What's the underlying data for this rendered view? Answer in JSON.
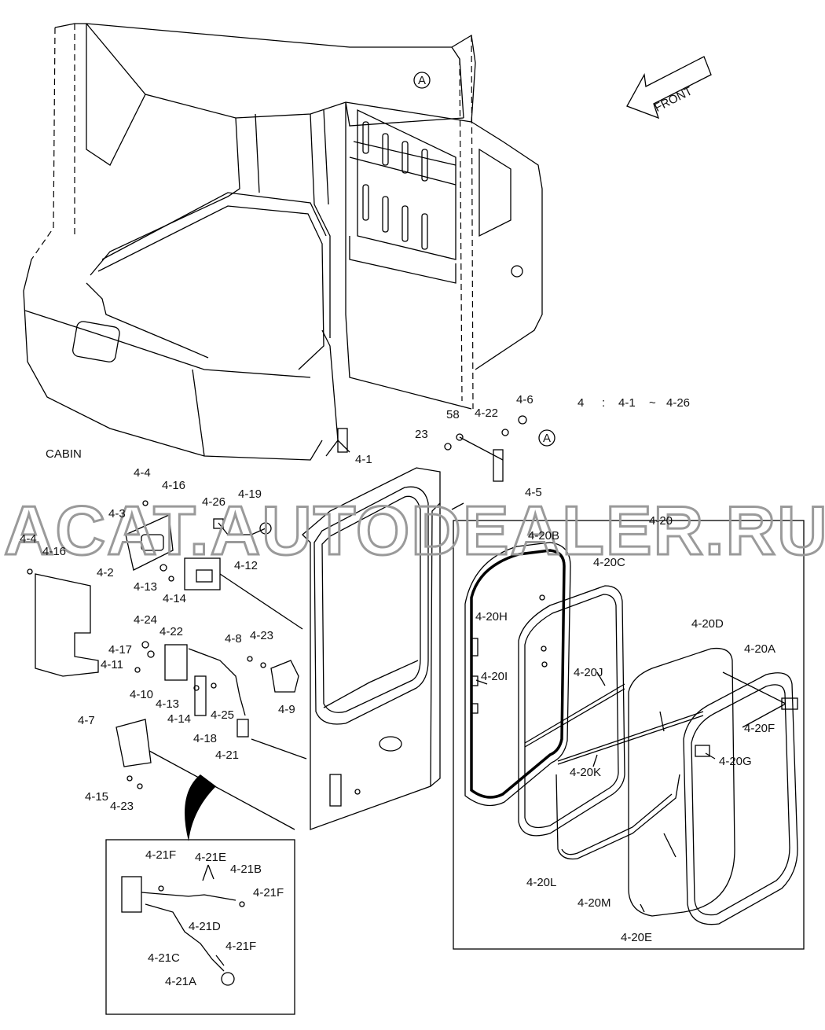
{
  "watermark": "ACAT.AUTODEALER.RU",
  "front_label": "FRONT",
  "ref_marker": "A",
  "cabin_label": "CABIN",
  "range_note": {
    "main": "4",
    "sep": ":",
    "from": "4-1",
    "tilde": "~",
    "to": "4-26"
  },
  "labels": {
    "l_4_1": "4-1",
    "l_4_2": "4-2",
    "l_4_3": "4-3",
    "l_4_4a": "4-4",
    "l_4_4b": "4-4",
    "l_4_5": "4-5",
    "l_4_6": "4-6",
    "l_4_7": "4-7",
    "l_4_8": "4-8",
    "l_4_9": "4-9",
    "l_4_10": "4-10",
    "l_4_11": "4-11",
    "l_4_12": "4-12",
    "l_4_13a": "4-13",
    "l_4_13b": "4-13",
    "l_4_14a": "4-14",
    "l_4_14b": "4-14",
    "l_4_15": "4-15",
    "l_4_16a": "4-16",
    "l_4_16b": "4-16",
    "l_4_17": "4-17",
    "l_4_18": "4-18",
    "l_4_19": "4-19",
    "l_4_20": "4-20",
    "l_4_20A": "4-20A",
    "l_4_20B": "4-20B",
    "l_4_20C": "4-20C",
    "l_4_20D": "4-20D",
    "l_4_20E": "4-20E",
    "l_4_20F": "4-20F",
    "l_4_20G": "4-20G",
    "l_4_20H": "4-20H",
    "l_4_20I": "4-20I",
    "l_4_20J": "4-20J",
    "l_4_20K": "4-20K",
    "l_4_20L": "4-20L",
    "l_4_20M": "4-20M",
    "l_4_21": "4-21",
    "l_4_21A": "4-21A",
    "l_4_21B": "4-21B",
    "l_4_21C": "4-21C",
    "l_4_21D": "4-21D",
    "l_4_21E": "4-21E",
    "l_4_21Fa": "4-21F",
    "l_4_21Fb": "4-21F",
    "l_4_21Fc": "4-21F",
    "l_4_22a": "4-22",
    "l_4_22b": "4-22",
    "l_4_23a": "4-23",
    "l_4_23b": "4-23",
    "l_4_24": "4-24",
    "l_4_25": "4-25",
    "l_4_26": "4-26",
    "l_23": "23",
    "l_58": "58"
  }
}
